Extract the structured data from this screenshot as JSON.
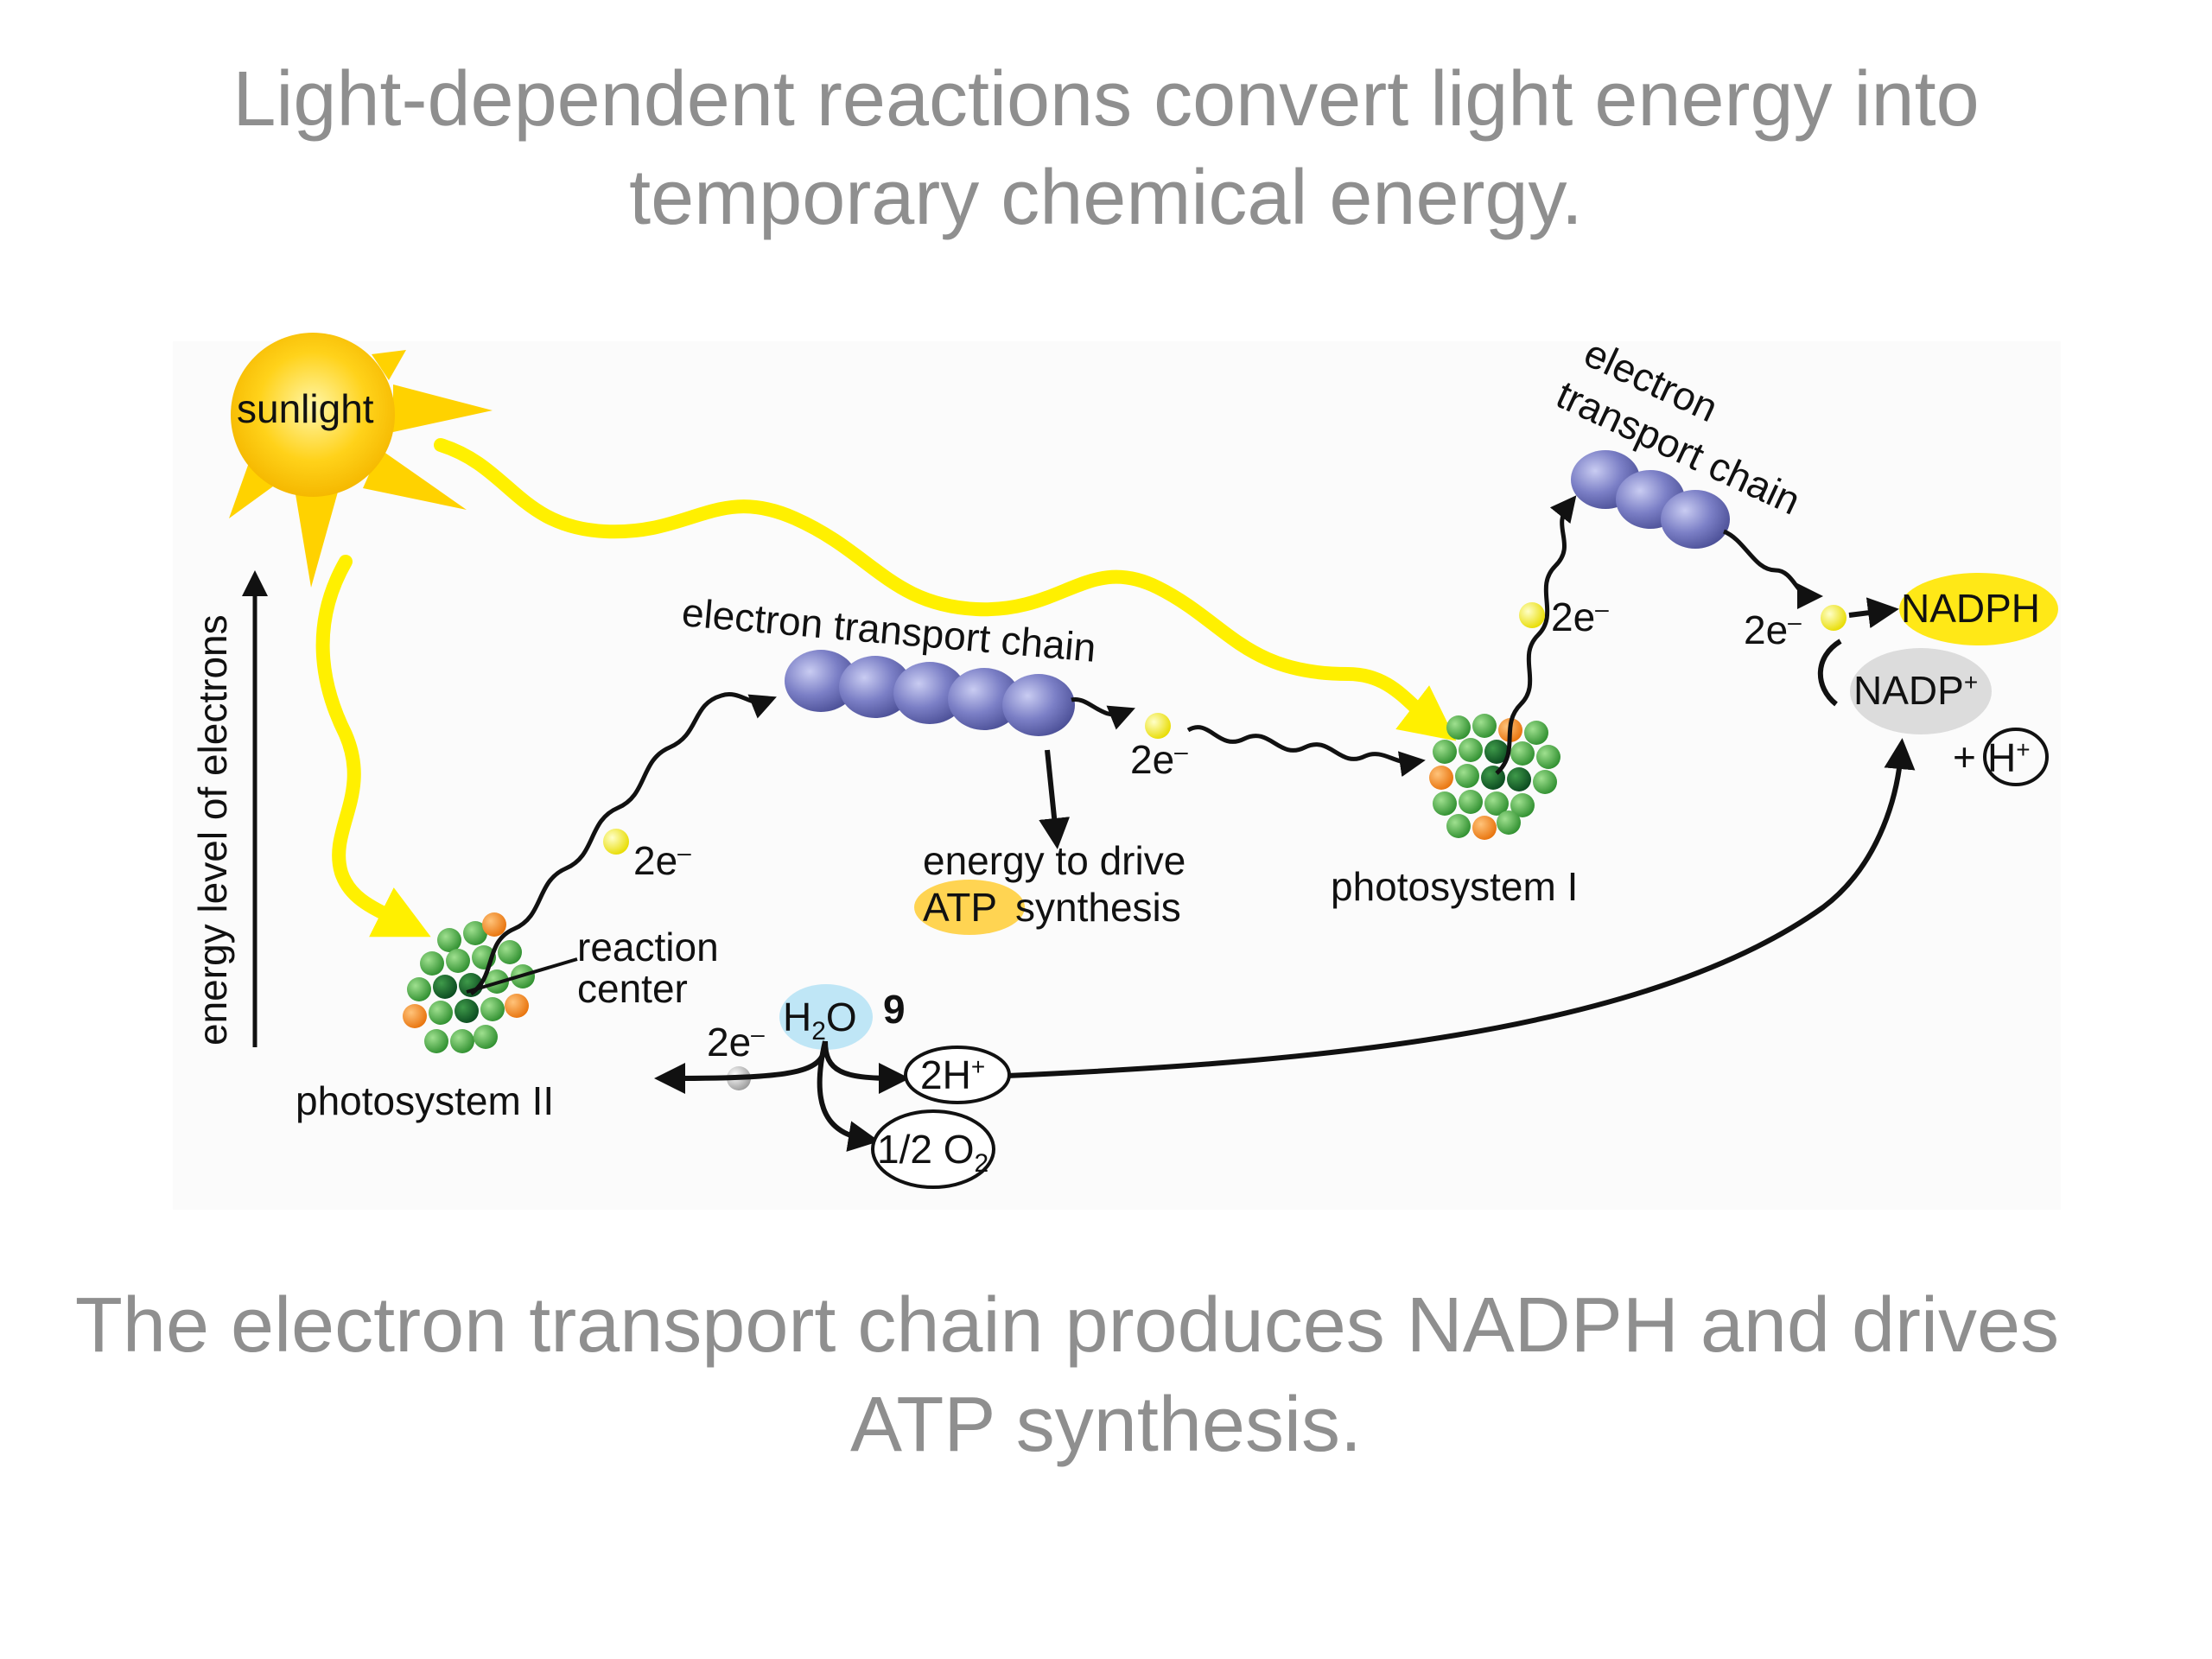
{
  "slide": {
    "title_line1": "Light-dependent reactions convert light energy into",
    "title_line2": "temporary chemical energy.",
    "caption_line1": "The electron transport chain produces NADPH and drives",
    "caption_line2": "ATP synthesis."
  },
  "diagram": {
    "sunlight": "sunlight",
    "y_axis": "energy level of electrons",
    "etc_1": "electron transport chain",
    "etc_2_line1": "electron",
    "etc_2_line2": "transport chain",
    "electrons": "2e",
    "electron_minus": "–",
    "energy_line1": "energy to drive",
    "atp": "ATP",
    "synthesis": "synthesis",
    "reaction_line1": "reaction",
    "reaction_line2": "center",
    "ps2": "photosystem II",
    "ps1": "photosystem I",
    "water_h": "H",
    "water_sub": "2",
    "water_o": "O",
    "step_number": "9",
    "two_h": "2H",
    "plus": "+",
    "half_o2": "1/2 O",
    "o2_sub": "2",
    "h_ion": "H",
    "nadp": "NADP",
    "nadph": "NADPH"
  },
  "colors": {
    "sun": "#ffd200",
    "light_beam": "#fff000",
    "protein": "#7b7fc6",
    "nadph_highlight": "#ffe817",
    "atp_highlight": "#ffd452",
    "water_highlight": "#bfe6f6",
    "nadp_highlight": "#dcdcdc",
    "text_gray": "#8f8f8f"
  }
}
